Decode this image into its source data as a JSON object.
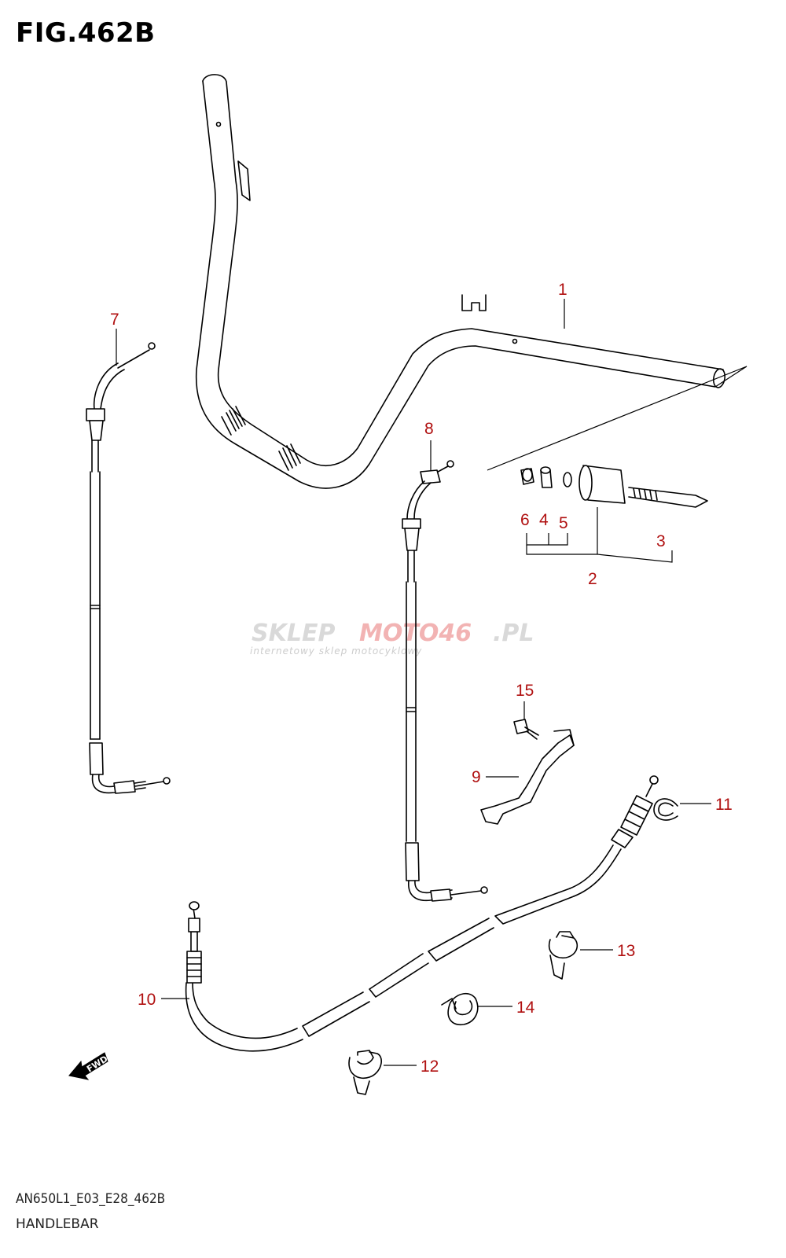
{
  "figure": {
    "title": "FIG.462B",
    "model_code": "AN650L1_E03_E28_462B",
    "group_name": "HANDLEBAR"
  },
  "watermark": {
    "brand_prefix": "SKLEP",
    "brand_accent": "MOTO46",
    "brand_suffix": ".PL",
    "tagline": "internetowy sklep motocyklowy"
  },
  "direction_marker": "FWD",
  "callouts": [
    {
      "id": "1",
      "part": "handlebar"
    },
    {
      "id": "2",
      "part": "balancer"
    },
    {
      "id": "3",
      "part": "balancer-bolt"
    },
    {
      "id": "4",
      "part": "spacer"
    },
    {
      "id": "5",
      "part": "washer"
    },
    {
      "id": "6",
      "part": "nut"
    },
    {
      "id": "7",
      "part": "throttle-cable-no1"
    },
    {
      "id": "8",
      "part": "throttle-cable-no2"
    },
    {
      "id": "9",
      "part": "cable-guide"
    },
    {
      "id": "10",
      "part": "rear-brake-cable"
    },
    {
      "id": "11",
      "part": "e-ring"
    },
    {
      "id": "12",
      "part": "cable-clamp"
    },
    {
      "id": "13",
      "part": "cable-clamp"
    },
    {
      "id": "14",
      "part": "cable-clamp"
    },
    {
      "id": "15",
      "part": "bolt"
    }
  ],
  "colors": {
    "line": "#000000",
    "callout": "#b01010",
    "watermark_gray": "#d9d9d9",
    "watermark_red": "#f2b3b3"
  }
}
